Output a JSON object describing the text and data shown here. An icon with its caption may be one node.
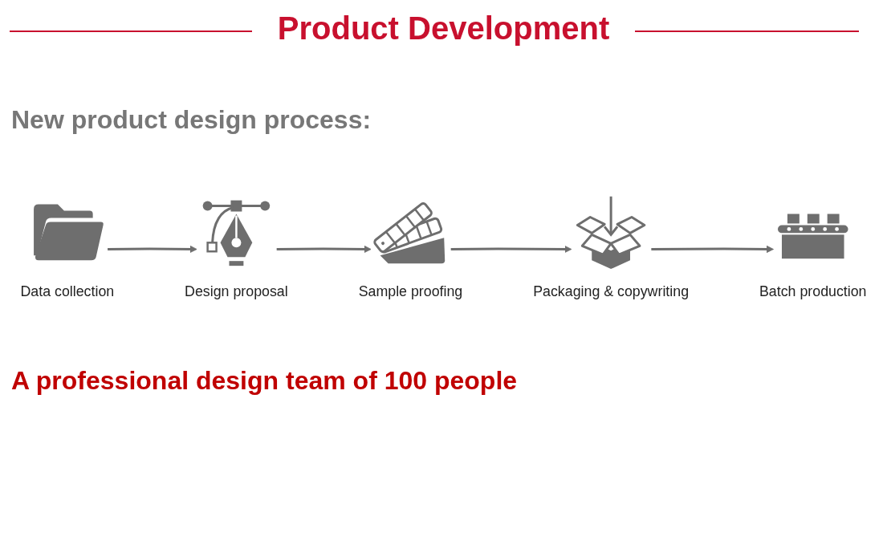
{
  "diagram": {
    "title": "Product Development",
    "nodes": [
      {
        "text": [
          "Data collection"
        ]
      },
      {
        "text": [
          "Design proposal"
        ]
      },
      {
        "text": [
          "Sample proofing"
        ]
      },
      {
        "text": [
          "Packaging & copywriting"
        ]
      },
      {
        "text": [
          "Batch production"
        ]
      }
    ],
    "edges": [
      {
        "from": 0,
        "to": 1,
        "arrow": "to"
      },
      {
        "from": 1,
        "to": 2,
        "arrow": "to"
      },
      {
        "from": 2,
        "to": 3,
        "arrow": "to"
      },
      {
        "from": 3,
        "to": 4,
        "arrow": "to"
      }
    ],
    "labels": [
      "New product design process:",
      "A professional design team of 100 people"
    ]
  }
}
